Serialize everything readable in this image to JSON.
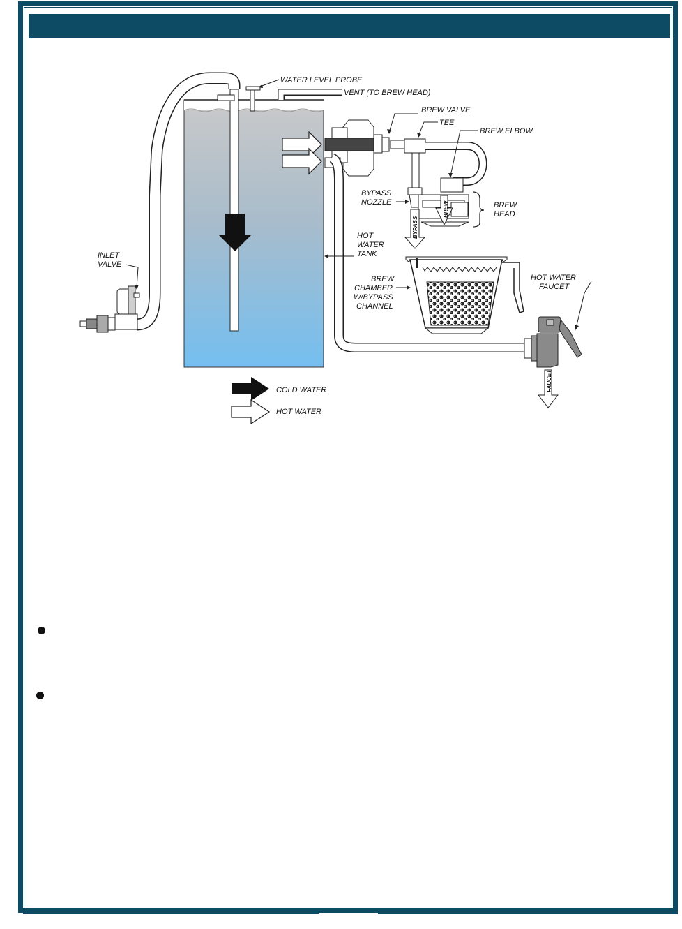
{
  "header": {
    "title": ""
  },
  "diagram": {
    "labels": {
      "water_level_probe": "WATER LEVEL PROBE",
      "vent": "VENT (TO BREW HEAD)",
      "brew_valve": "BREW VALVE",
      "tee": "TEE",
      "brew_elbow": "BREW ELBOW",
      "bypass_nozzle_1": "BYPASS",
      "bypass_nozzle_2": "NOZZLE",
      "brew_head_1": "BREW",
      "brew_head_2": "HEAD",
      "hot_water_tank_1": "HOT",
      "hot_water_tank_2": "WATER",
      "hot_water_tank_3": "TANK",
      "inlet_valve_1": "INLET",
      "inlet_valve_2": "VALVE",
      "brew_chamber_1": "BREW",
      "brew_chamber_2": "CHAMBER",
      "brew_chamber_3": "W/BYPASS",
      "brew_chamber_4": "CHANNEL",
      "hot_water_faucet_1": "HOT WATER",
      "hot_water_faucet_2": "FAUCET",
      "bypass_arrow": "BYPASS",
      "brew_arrow": "BREW",
      "faucet_arrow": "FAUCET"
    },
    "legend": {
      "cold_water": "COLD WATER",
      "hot_water": "HOT WATER"
    },
    "colors": {
      "frame": "#0d4a63",
      "tank_top": "#c4c4c4",
      "tank_bottom": "#74bff0"
    }
  }
}
